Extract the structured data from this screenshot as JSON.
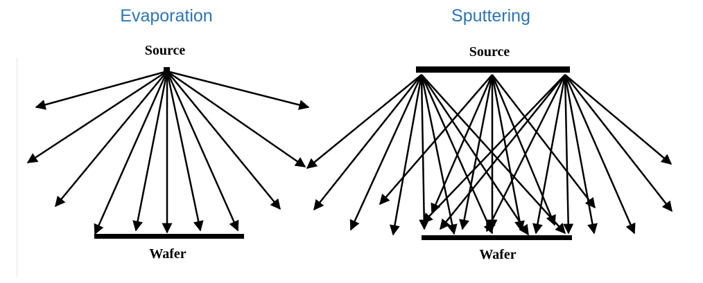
{
  "evaporation": {
    "heading": "Evaporation",
    "source_label": "Source",
    "wafer_label": "Wafer"
  },
  "sputtering": {
    "heading": "Sputtering",
    "source_label": "Source",
    "wafer_label": "Wafer"
  },
  "colors": {
    "heading": "#2e74b5",
    "ink": "#000000"
  }
}
